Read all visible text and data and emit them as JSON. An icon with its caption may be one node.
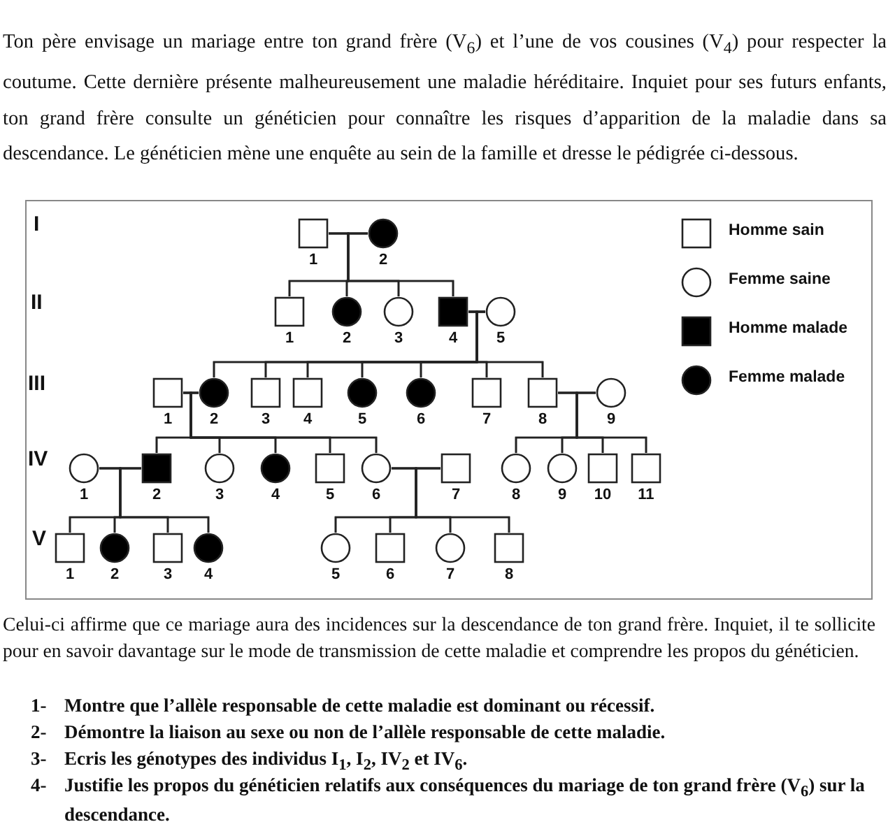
{
  "diagram": {
    "nodes": [
      {
        "text": [],
        "shape": "box",
        "beside": [
          "1"
        ]
      },
      {
        "text": [],
        "shape": "disc",
        "beside": [
          "2"
        ]
      },
      {
        "text": [],
        "shape": "box",
        "beside": [
          "1"
        ]
      },
      {
        "text": [],
        "shape": "disc",
        "beside": [
          "2"
        ]
      },
      {
        "text": [],
        "shape": "circle",
        "beside": [
          "3"
        ]
      },
      {
        "text": [],
        "shape": "block",
        "beside": [
          "4"
        ]
      },
      {
        "text": [],
        "shape": "circle",
        "beside": [
          "5"
        ]
      },
      {
        "text": [],
        "shape": "box",
        "beside": [
          "1"
        ]
      },
      {
        "text": [],
        "shape": "disc",
        "beside": [
          "2"
        ]
      },
      {
        "text": [],
        "shape": "box",
        "beside": [
          "3"
        ]
      },
      {
        "text": [],
        "shape": "box",
        "beside": [
          "4"
        ]
      },
      {
        "text": [],
        "shape": "disc",
        "beside": [
          "5"
        ]
      },
      {
        "text": [],
        "shape": "disc",
        "beside": [
          "6"
        ]
      },
      {
        "text": [],
        "shape": "box",
        "beside": [
          "7"
        ]
      },
      {
        "text": [],
        "shape": "box",
        "beside": [
          "8"
        ]
      },
      {
        "text": [],
        "shape": "circle",
        "beside": [
          "9"
        ]
      },
      {
        "text": [],
        "shape": "circle",
        "beside": [
          "1"
        ]
      },
      {
        "text": [],
        "shape": "block",
        "beside": [
          "2"
        ]
      },
      {
        "text": [],
        "shape": "circle",
        "beside": [
          "3"
        ]
      },
      {
        "text": [],
        "shape": "disc",
        "beside": [
          "4"
        ]
      },
      {
        "text": [],
        "shape": "box",
        "beside": [
          "5"
        ]
      },
      {
        "text": [],
        "shape": "circle",
        "beside": [
          "6"
        ]
      },
      {
        "text": [],
        "shape": "box",
        "beside": [
          "7"
        ]
      },
      {
        "text": [],
        "shape": "circle",
        "beside": [
          "8"
        ]
      },
      {
        "text": [],
        "shape": "circle",
        "beside": [
          "9"
        ]
      },
      {
        "text": [],
        "shape": "box",
        "beside": [
          "10"
        ]
      },
      {
        "text": [],
        "shape": "box",
        "beside": [
          "11"
        ]
      },
      {
        "text": [],
        "shape": "box",
        "beside": [
          "1"
        ]
      },
      {
        "text": [],
        "shape": "disc",
        "beside": [
          "2"
        ]
      },
      {
        "text": [],
        "shape": "box",
        "beside": [
          "3"
        ]
      },
      {
        "text": [],
        "shape": "disc",
        "beside": [
          "4"
        ]
      },
      {
        "text": [],
        "shape": "circle",
        "beside": [
          "5"
        ]
      },
      {
        "text": [],
        "shape": "box",
        "beside": [
          "6"
        ]
      },
      {
        "text": [],
        "shape": "circle",
        "beside": [
          "7"
        ]
      },
      {
        "text": [],
        "shape": "box",
        "beside": [
          "8"
        ]
      }
    ],
    "edges": [
      {
        "from": 0,
        "to": 1,
        "arrow": "none"
      },
      {
        "from": 0,
        "to": 2,
        "arrow": "none"
      },
      {
        "from": 1,
        "to": 2,
        "arrow": "none"
      },
      {
        "from": 0,
        "to": 3,
        "arrow": "none"
      },
      {
        "from": 1,
        "to": 3,
        "arrow": "none"
      },
      {
        "from": 0,
        "to": 4,
        "arrow": "none"
      },
      {
        "from": 1,
        "to": 4,
        "arrow": "none"
      },
      {
        "from": 0,
        "to": 5,
        "arrow": "none"
      },
      {
        "from": 1,
        "to": 5,
        "arrow": "none"
      },
      {
        "from": 5,
        "to": 6,
        "arrow": "none"
      },
      {
        "from": 7,
        "to": 8,
        "arrow": "none"
      },
      {
        "from": 14,
        "to": 15,
        "arrow": "none"
      },
      {
        "from": 5,
        "to": 8,
        "arrow": "none"
      },
      {
        "from": 6,
        "to": 8,
        "arrow": "none"
      },
      {
        "from": 5,
        "to": 9,
        "arrow": "none"
      },
      {
        "from": 6,
        "to": 9,
        "arrow": "none"
      },
      {
        "from": 5,
        "to": 10,
        "arrow": "none"
      },
      {
        "from": 6,
        "to": 10,
        "arrow": "none"
      },
      {
        "from": 5,
        "to": 11,
        "arrow": "none"
      },
      {
        "from": 6,
        "to": 11,
        "arrow": "none"
      },
      {
        "from": 5,
        "to": 12,
        "arrow": "none"
      },
      {
        "from": 6,
        "to": 12,
        "arrow": "none"
      },
      {
        "from": 5,
        "to": 13,
        "arrow": "none"
      },
      {
        "from": 6,
        "to": 13,
        "arrow": "none"
      },
      {
        "from": 5,
        "to": 14,
        "arrow": "none"
      },
      {
        "from": 6,
        "to": 14,
        "arrow": "none"
      },
      {
        "from": 16,
        "to": 17,
        "arrow": "none"
      },
      {
        "from": 21,
        "to": 22,
        "arrow": "none"
      },
      {
        "from": 7,
        "to": 17,
        "arrow": "none"
      },
      {
        "from": 8,
        "to": 17,
        "arrow": "none"
      },
      {
        "from": 7,
        "to": 18,
        "arrow": "none"
      },
      {
        "from": 8,
        "to": 18,
        "arrow": "none"
      },
      {
        "from": 7,
        "to": 19,
        "arrow": "none"
      },
      {
        "from": 8,
        "to": 19,
        "arrow": "none"
      },
      {
        "from": 7,
        "to": 20,
        "arrow": "none"
      },
      {
        "from": 8,
        "to": 20,
        "arrow": "none"
      },
      {
        "from": 7,
        "to": 21,
        "arrow": "none"
      },
      {
        "from": 8,
        "to": 21,
        "arrow": "none"
      },
      {
        "from": 14,
        "to": 23,
        "arrow": "none"
      },
      {
        "from": 15,
        "to": 23,
        "arrow": "none"
      },
      {
        "from": 14,
        "to": 24,
        "arrow": "none"
      },
      {
        "from": 15,
        "to": 24,
        "arrow": "none"
      },
      {
        "from": 14,
        "to": 25,
        "arrow": "none"
      },
      {
        "from": 15,
        "to": 25,
        "arrow": "none"
      },
      {
        "from": 14,
        "to": 26,
        "arrow": "none"
      },
      {
        "from": 15,
        "to": 26,
        "arrow": "none"
      },
      {
        "from": 16,
        "to": 27,
        "arrow": "none"
      },
      {
        "from": 17,
        "to": 27,
        "arrow": "none"
      },
      {
        "from": 16,
        "to": 28,
        "arrow": "none"
      },
      {
        "from": 17,
        "to": 28,
        "arrow": "none"
      },
      {
        "from": 16,
        "to": 29,
        "arrow": "none"
      },
      {
        "from": 17,
        "to": 29,
        "arrow": "none"
      },
      {
        "from": 16,
        "to": 30,
        "arrow": "none"
      },
      {
        "from": 17,
        "to": 30,
        "arrow": "none"
      },
      {
        "from": 21,
        "to": 31,
        "arrow": "none"
      },
      {
        "from": 22,
        "to": 31,
        "arrow": "none"
      },
      {
        "from": 21,
        "to": 32,
        "arrow": "none"
      },
      {
        "from": 22,
        "to": 32,
        "arrow": "none"
      },
      {
        "from": 21,
        "to": 33,
        "arrow": "none"
      },
      {
        "from": 22,
        "to": 33,
        "arrow": "none"
      },
      {
        "from": 21,
        "to": 34,
        "arrow": "none"
      },
      {
        "from": 22,
        "to": 34,
        "arrow": "none"
      }
    ],
    "labels": [
      "Ton père envisage un mariage entre ton grand frère (V$_{6}$) et l’une de vos cousines (V$_{4}$) pour respecter la coutume. Cette dernière présente malheureusement une maladie héréditaire. Inquiet pour ses futurs enfants, ton grand frère consulte un généticien pour connaître les risques d’apparition de la maladie dans sa descendance. Le généticien mène une enquête au sein de la famille et dresse le pédigrée ci-dessous.",
      "I",
      "II",
      "III",
      "IV",
      "V",
      "Celui-ci affirme que ce mariage aura des incidences sur la descendance de ton grand frère. Inquiet, il te sollicite pour en savoir davantage sur le mode de transmission de cette maladie et comprendre les propos du généticien.",
      "1-",
      "Montre que l’allèle responsable de cette maladie est dominant ou récessif.",
      "2-",
      "Démontre la liaison au sexe ou non de l’allèle responsable de cette maladie.",
      "3-",
      "Ecris les génotypes des individus I$_{1}$, I$_{2}$, IV$_{2}$ et IV$_{6}$.",
      "4-",
      "Justifie les propos du généticien relatifs aux conséquences du mariage de ton grand frère (V$_{6}$) sur la descendance."
    ],
    "legend": [
      {
        "text": "Homme sain"
      },
      {
        "text": "Femme saine"
      },
      {
        "text": "Homme malade"
      },
      {
        "text": "Femme malade"
      }
    ]
  }
}
